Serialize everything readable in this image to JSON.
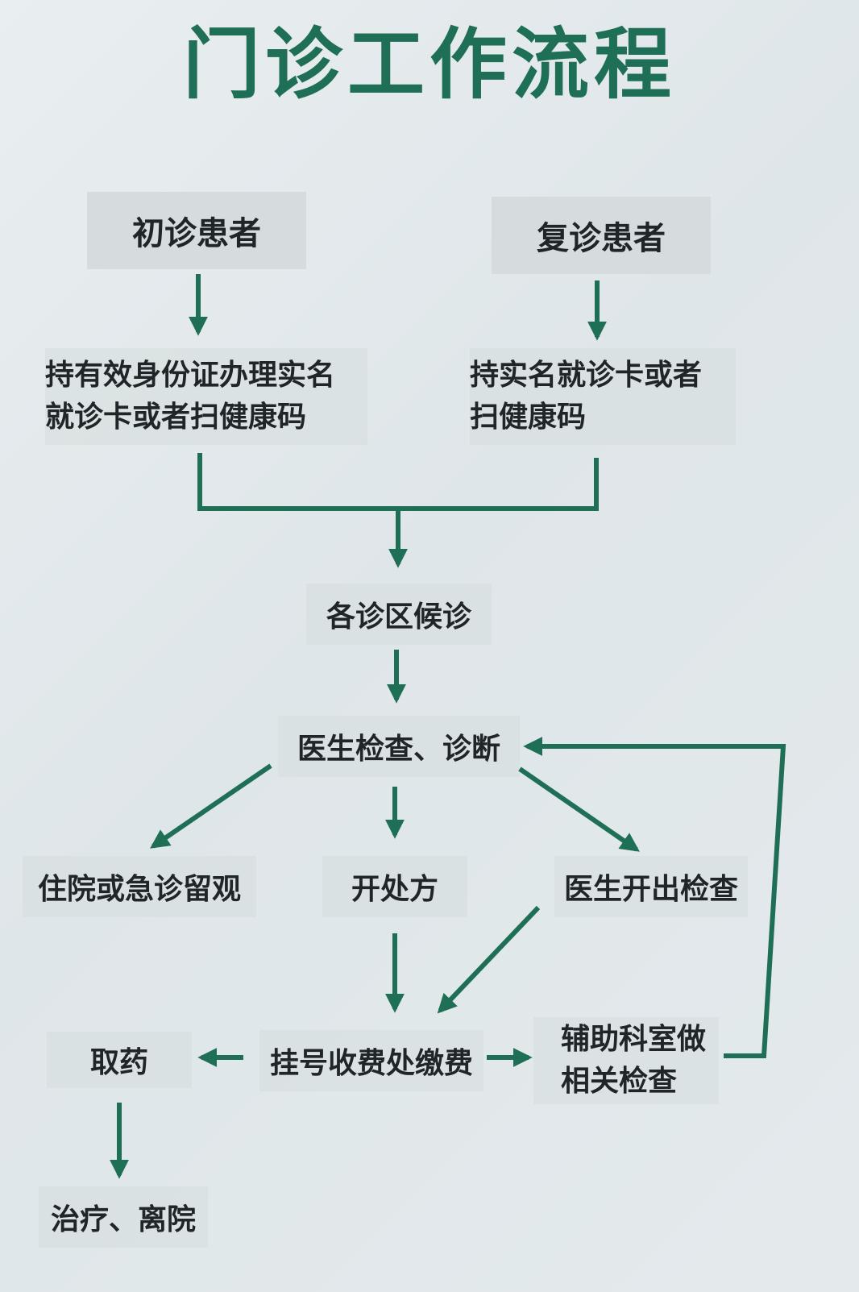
{
  "title": "门诊工作流程",
  "nodes": {
    "first_visit": "初诊患者",
    "return_visit": "复诊患者",
    "first_register": "持有效身份证办理实名\n就诊卡或者扫健康码",
    "return_register": "持实名就诊卡或者\n扫健康码",
    "waiting": "各诊区候诊",
    "doctor_exam": "医生检查、诊断",
    "hospitalize": "住院或急诊留观",
    "prescribe": "开处方",
    "order_tests": "医生开出检查",
    "payment": "挂号收费处缴费",
    "get_medicine": "取药",
    "aux_tests": "辅助科室做\n相关检查",
    "treatment_leave": "治疗、离院"
  },
  "colors": {
    "title": "#1f6f57",
    "arrow": "#1f6f57",
    "box": "#d6dcdd",
    "text": "#202628"
  }
}
